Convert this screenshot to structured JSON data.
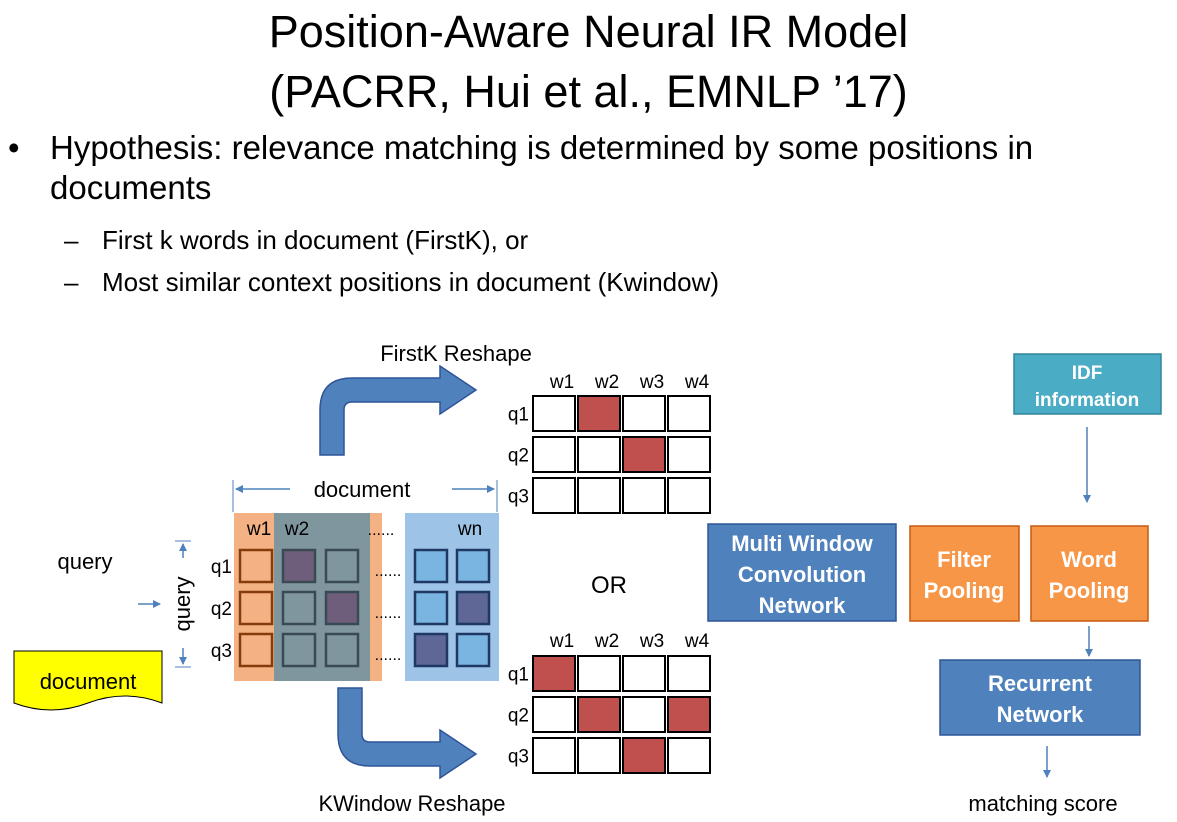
{
  "title": {
    "line1": "Position-Aware Neural IR Model",
    "line2": "(PACRR, Hui et al., EMNLP ’17)"
  },
  "bullets": {
    "main_line1": "Hypothesis: relevance matching is determined by some positions in",
    "main_line2": "documents",
    "sub1": "First k words in document (FirstK), or",
    "sub2": "Most similar context positions in document (Kwindow)"
  },
  "diagram": {
    "firstk_label": "FirstK Reshape",
    "kwindow_label": "KWindow Reshape",
    "or_label": "OR",
    "document_span_label": "document",
    "query_label": "query",
    "query_axis_label": "query",
    "document_input_label": "document",
    "matrix_cols": [
      "w1",
      "w2",
      "wn"
    ],
    "matrix_rows": [
      "q1",
      "q2",
      "q3"
    ],
    "ellipsis": "......",
    "grid_cols": [
      "w1",
      "w2",
      "w3",
      "w4"
    ],
    "grid_rows": [
      "q1",
      "q2",
      "q3"
    ],
    "firstk_highlight": [
      [
        0,
        1
      ],
      [
        1,
        2
      ]
    ],
    "kwindow_highlight": [
      [
        0,
        0
      ],
      [
        1,
        1
      ],
      [
        1,
        3
      ],
      [
        2,
        2
      ]
    ],
    "boxes": {
      "conv": [
        "Multi Window",
        "Convolution",
        "Network"
      ],
      "filter": [
        "Filter",
        "Pooling"
      ],
      "word": [
        "Word",
        "Pooling"
      ],
      "idf": [
        "IDF",
        "information"
      ],
      "rnn": [
        "Recurrent",
        "Network"
      ]
    },
    "output_label": "matching score",
    "colors": {
      "blue_box": "#4f81bd",
      "orange_box": "#f79646",
      "teal_box": "#4bacc6",
      "highlight_cell": "#c0504d",
      "doc_yellow": "#ffff00",
      "arrow_blue": "#4f81bd"
    }
  }
}
